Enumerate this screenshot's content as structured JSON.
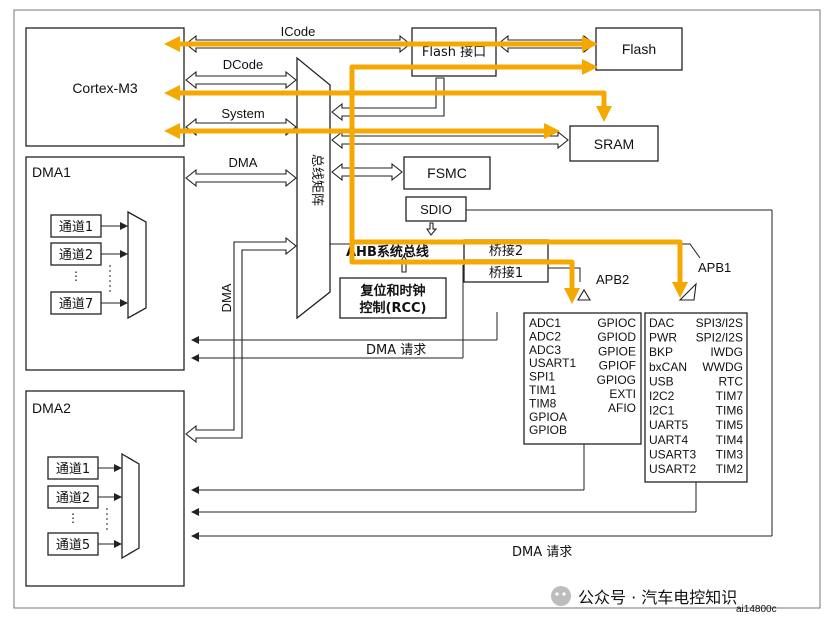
{
  "blocks": {
    "cortex": "Cortex-M3",
    "flash_if": "Flash 接口",
    "flash": "Flash",
    "sram": "SRAM",
    "fsmc": "FSMC",
    "sdio": "SDIO",
    "bus_matrix": "总线矩阵",
    "dma1": "DMA1",
    "dma2": "DMA2",
    "ahb": "AHB系统总线",
    "bridge2": "桥接2",
    "bridge1": "桥接1",
    "rcc_line1": "复位和时钟",
    "rcc_line2": "控制(RCC)",
    "apb2": "APB2",
    "apb1": "APB1"
  },
  "buses": {
    "icode": "ICode",
    "dcode": "DCode",
    "system": "System",
    "dma": "DMA",
    "dma_vertical": "DMA"
  },
  "dma1_channels": [
    "通道1",
    "通道2",
    "通道7"
  ],
  "dma2_channels": [
    "通道1",
    "通道2",
    "通道5"
  ],
  "ellipsis": "⋮",
  "apb2_left": [
    "ADC1",
    "ADC2",
    "ADC3",
    "USART1",
    "SPI1",
    "TIM1",
    "TIM8",
    "GPIOA",
    "GPIOB"
  ],
  "apb2_right": [
    "GPIOC",
    "GPIOD",
    "GPIOE",
    "GPIOF",
    "GPIOG",
    "EXTI",
    "AFIO"
  ],
  "apb1_left": [
    "DAC",
    "PWR",
    "BKP",
    "bxCAN",
    "USB",
    "I2C2",
    "I2C1",
    "UART5",
    "UART4",
    "USART3",
    "USART2"
  ],
  "apb1_right": [
    "SPI3/I2S",
    "SPI2/I2S",
    "IWDG",
    "WWDG",
    "RTC",
    "TIM7",
    "TIM6",
    "TIM5",
    "TIM4",
    "TIM3",
    "TIM2"
  ],
  "dma_request_1": "DMA 请求",
  "dma_request_2": "DMA 请求",
  "watermark": "公众号 · 汽车电控知识",
  "figure_id": "ai14800c",
  "colors": {
    "highlight": "#f5a800",
    "line": "#222222",
    "frame": "#777777"
  }
}
